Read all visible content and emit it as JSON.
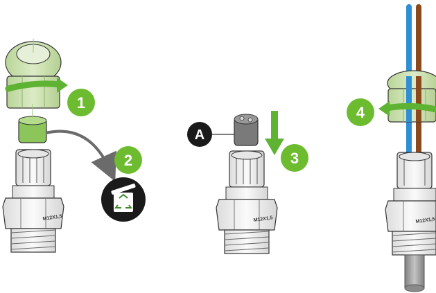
{
  "steps": [
    {
      "number": "1",
      "action": "rotate-counterclockwise"
    },
    {
      "number": "2",
      "action": "discard-insert"
    },
    {
      "number": "3",
      "action": "insert-seal"
    },
    {
      "number": "4",
      "action": "rotate-clockwise"
    }
  ],
  "callouts": {
    "part_a": "A"
  },
  "thread_marking": "M12X1,5",
  "icons": {
    "rotate_arrow": "rotate-arrow-icon",
    "move_arrow": "down-arrow-icon",
    "discard_arrow": "curved-arrow-icon",
    "recycle_bin": "recycle-bin-icon"
  },
  "colors": {
    "step_badge": "#6dbb2f",
    "callout_badge": "#1a1a1a",
    "nut_green": "#cfe3b5",
    "insert_green": "#8cc65a",
    "rotation_arrow": "#5fb333",
    "seal_gray": "#7a7a7a",
    "body_white": "#f2f2f2",
    "wire_blue": "#2f8fd4",
    "wire_brown": "#8a4a1e",
    "cable_gray": "#9b9b9b"
  }
}
